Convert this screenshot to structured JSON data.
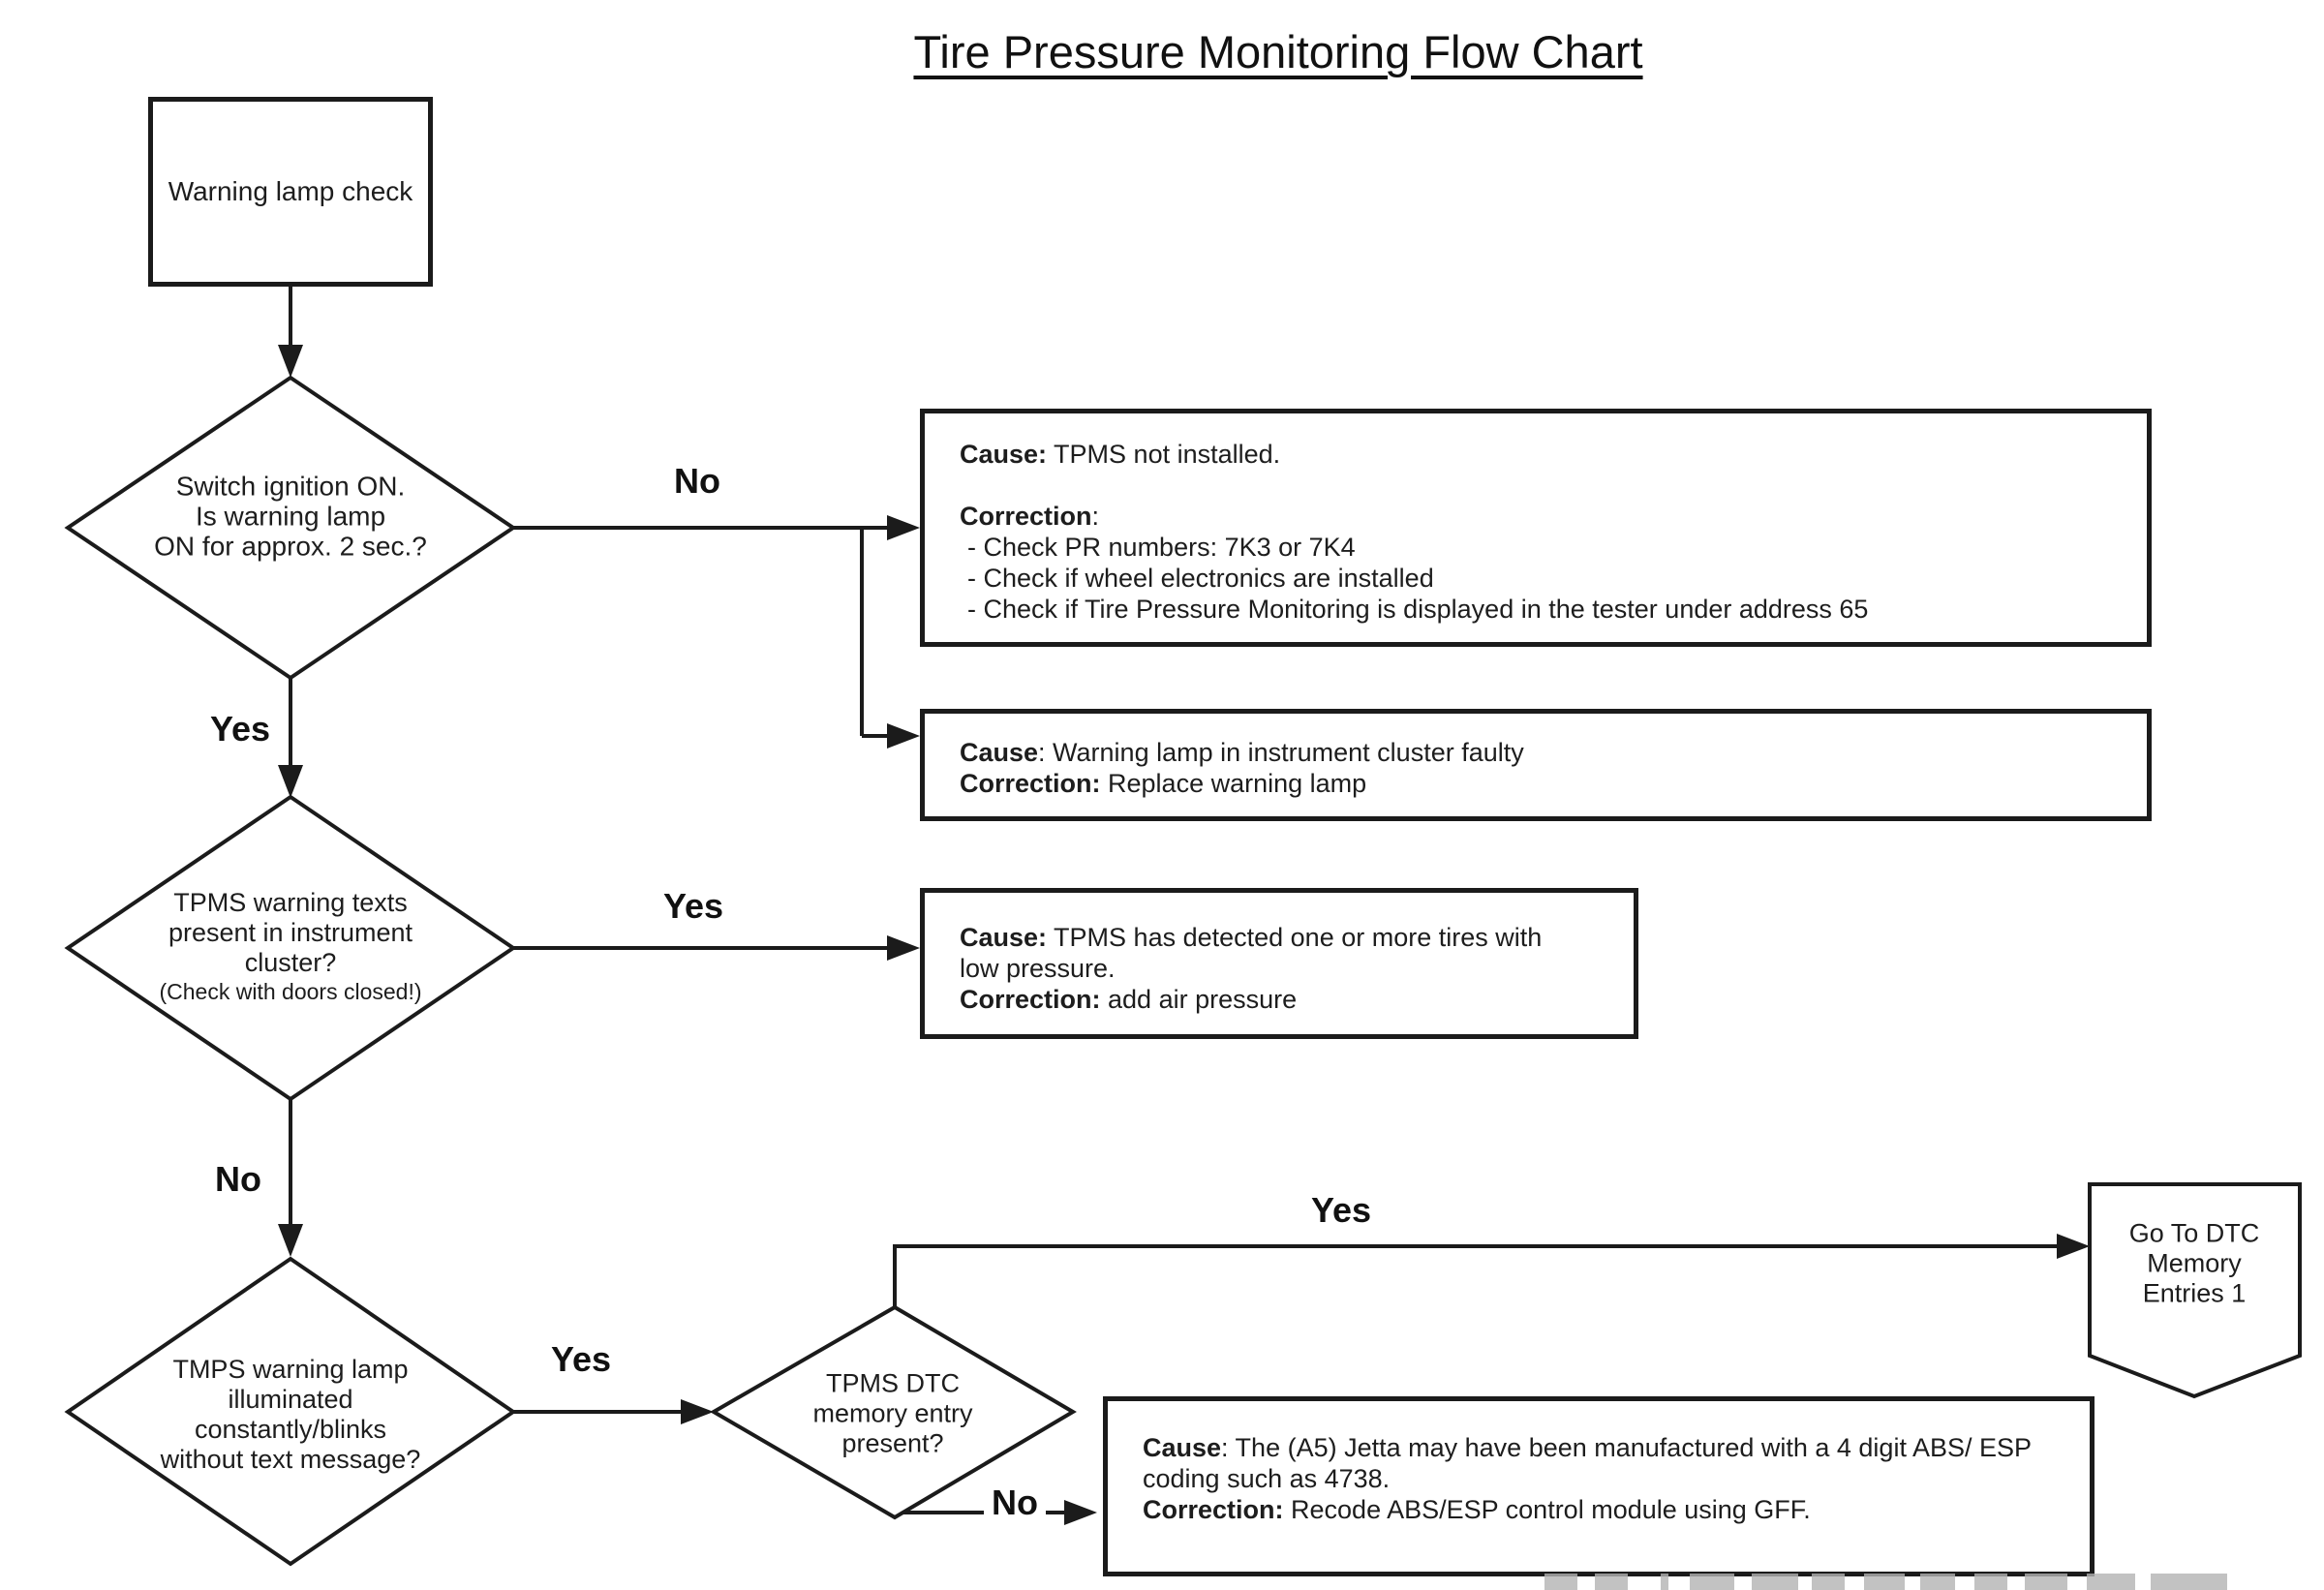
{
  "title": "Tire Pressure Monitoring Flow Chart",
  "nodes": {
    "start": {
      "label": "Warning lamp check"
    },
    "decision1": {
      "lines": [
        "Switch ignition ON.",
        "Is warning lamp",
        "ON for approx. 2 sec.?"
      ]
    },
    "decision2": {
      "lines": [
        "TPMS warning texts",
        "present in instrument",
        "cluster?"
      ],
      "note": "(Check with doors closed!)"
    },
    "decision3": {
      "lines": [
        "TMPS warning lamp",
        "illuminated",
        "constantly/blinks",
        "without text message?"
      ]
    },
    "decision4": {
      "lines": [
        "TPMS DTC",
        "memory entry",
        "present?"
      ]
    },
    "offpage_connector": {
      "lines": [
        "Go To DTC",
        "Memory",
        "Entries 1"
      ]
    }
  },
  "edges": {
    "no1": "No",
    "yes1": "Yes",
    "yes2": "Yes",
    "no2": "No",
    "yes3": "Yes",
    "yes4": "Yes",
    "no3": "No"
  },
  "boxes": {
    "box1": {
      "cause_label": "Cause:",
      "cause_text": " TPMS not installed.",
      "correction_label": "Correction",
      "correction_suffix": ":",
      "items": [
        "- Check PR numbers: 7K3 or 7K4",
        "- Check if wheel electronics are installed",
        "- Check if Tire Pressure Monitoring is displayed in the tester under address 65"
      ]
    },
    "box2": {
      "cause_label": "Cause",
      "cause_text": ": Warning lamp in instrument cluster faulty",
      "correction_label": "Correction:",
      "correction_text": " Replace warning lamp"
    },
    "box3": {
      "cause_label": "Cause:",
      "cause_line1": " TPMS has detected one or more tires with",
      "cause_line2": "low pressure.",
      "correction_label": "Correction:",
      "correction_text": " add air pressure"
    },
    "box4": {
      "cause_label": "Cause",
      "cause_line1": ": The (A5) Jetta may have been manufactured with a 4 digit ABS/ ESP",
      "cause_line2": "coding such as 4738.",
      "correction_label": "Correction:",
      "correction_text": " Recode ABS/ESP control module using GFF."
    }
  },
  "colors": {
    "line": "#1b1b1b",
    "text": "#1d1d1d",
    "background": "#ffffff",
    "watermark": "#b3b3b3"
  }
}
